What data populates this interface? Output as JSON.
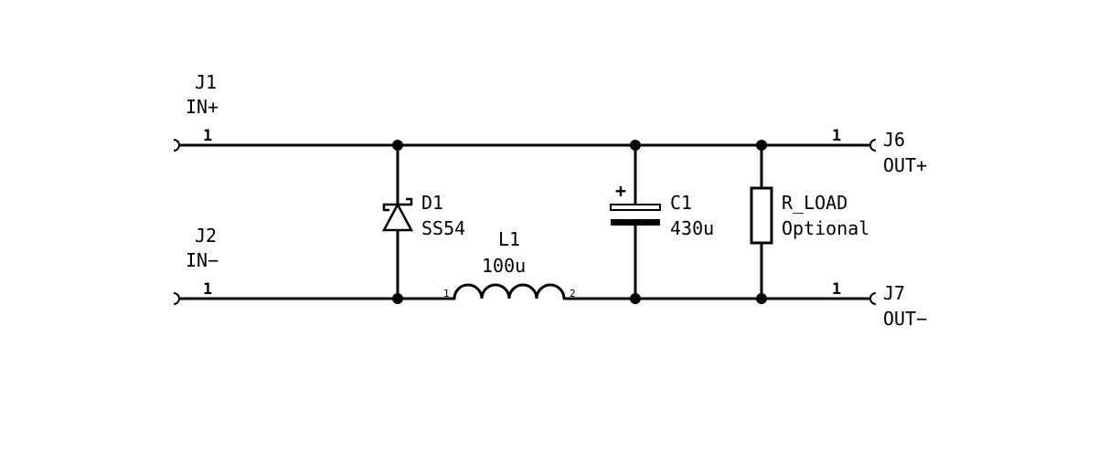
{
  "schematic": {
    "connectors": {
      "j1": {
        "ref": "J1",
        "net": "IN+",
        "pin": "1"
      },
      "j2": {
        "ref": "J2",
        "net": "IN−",
        "pin": "1"
      },
      "j6": {
        "ref": "J6",
        "net": "OUT+",
        "pin": "1"
      },
      "j7": {
        "ref": "J7",
        "net": "OUT−",
        "pin": "1"
      }
    },
    "d1": {
      "ref": "D1",
      "value": "SS54"
    },
    "l1": {
      "ref": "L1",
      "value": "100u",
      "pin1": "1",
      "pin2": "2"
    },
    "c1": {
      "ref": "C1",
      "value": "430u",
      "polarity": "+"
    },
    "r_load": {
      "ref": "R_LOAD",
      "value": "Optional"
    }
  }
}
